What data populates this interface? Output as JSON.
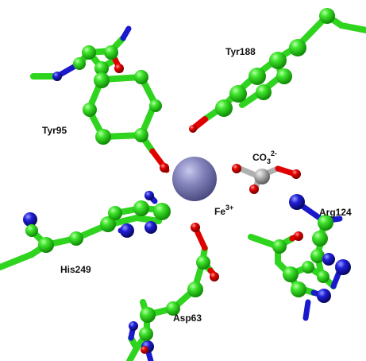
{
  "labels": {
    "tyr188": "Tyr188",
    "tyr95": "Tyr95",
    "co3": "CO",
    "co3_sub": "3",
    "co3_sup": "2-",
    "fe": "Fe",
    "fe_sup": "3+",
    "arg124": "Arg124",
    "his249": "His249",
    "asp63": "Asp63"
  },
  "colors": {
    "carbon": "#33dd22",
    "carbon_highlight": "#9dff8a",
    "oxygen": "#dd0000",
    "nitrogen": "#1a1acc",
    "iron": "#8080b8",
    "carbonate_carbon": "#a8a8a8",
    "background": "#ffffff"
  }
}
